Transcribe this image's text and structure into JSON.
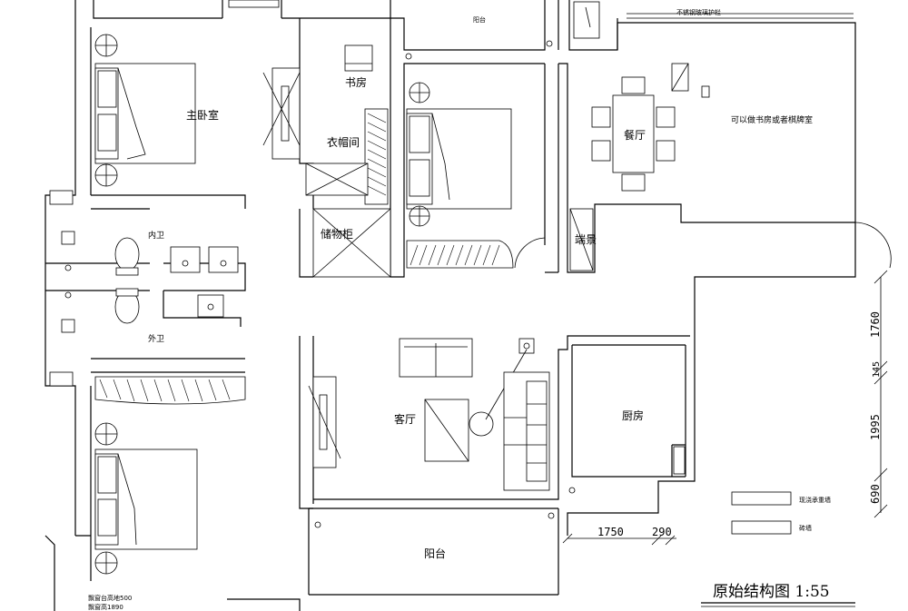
{
  "rooms": {
    "balcony_top": "阳台",
    "railing": "不锈钢玻璃护栏",
    "master_bedroom": "主卧室",
    "study": "书房",
    "cloakroom": "衣帽间",
    "storage": "储物柜",
    "dining": "餐厅",
    "study_or_chess": "可以做书房或者棋牌室",
    "entrance": "端景",
    "inner_bath": "内卫",
    "outer_bath": "外卫",
    "living": "客厅",
    "kitchen": "厨房",
    "balcony_bottom": "阳台"
  },
  "legend": {
    "load_bearing": "现浇承重墙",
    "light_wall": "砖墙"
  },
  "dimensions": {
    "v1": "1760",
    "v2": "145",
    "v3": "1995",
    "v4": "690",
    "h1": "1750",
    "h2": "290"
  },
  "title": "原始结构图 1:55",
  "notes": {
    "line1": "飘窗台高地500",
    "line2": "飘窗高1890"
  }
}
